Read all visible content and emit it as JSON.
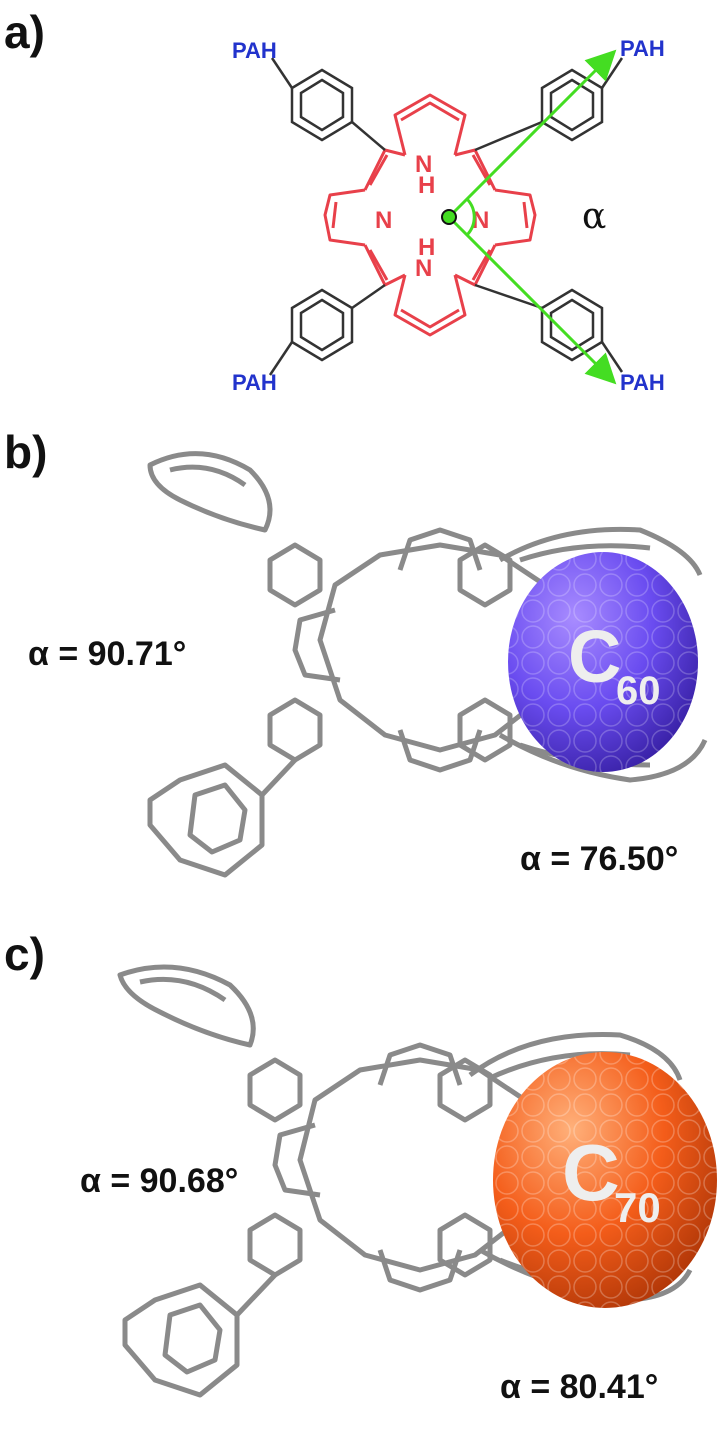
{
  "panels": [
    {
      "label": "a)",
      "substituent": "PAH",
      "atoms": {
        "n": "N",
        "h": "H"
      },
      "angle_symbol": "α",
      "colors": {
        "porphyrin": "#e8404a",
        "phenyl": "#333333",
        "pah": "#2233cc",
        "arrow": "#44dd22"
      }
    },
    {
      "label": "b)",
      "angle_left": "α = 90.71°",
      "angle_right": "α = 76.50°",
      "fullerene": {
        "symbol": "C",
        "subscript": "60",
        "color": "#6a4cf0"
      }
    },
    {
      "label": "c)",
      "angle_left": "α = 90.68°",
      "angle_right": "α = 80.41°",
      "fullerene": {
        "symbol": "C",
        "subscript": "70",
        "color": "#f45d1a"
      }
    }
  ]
}
